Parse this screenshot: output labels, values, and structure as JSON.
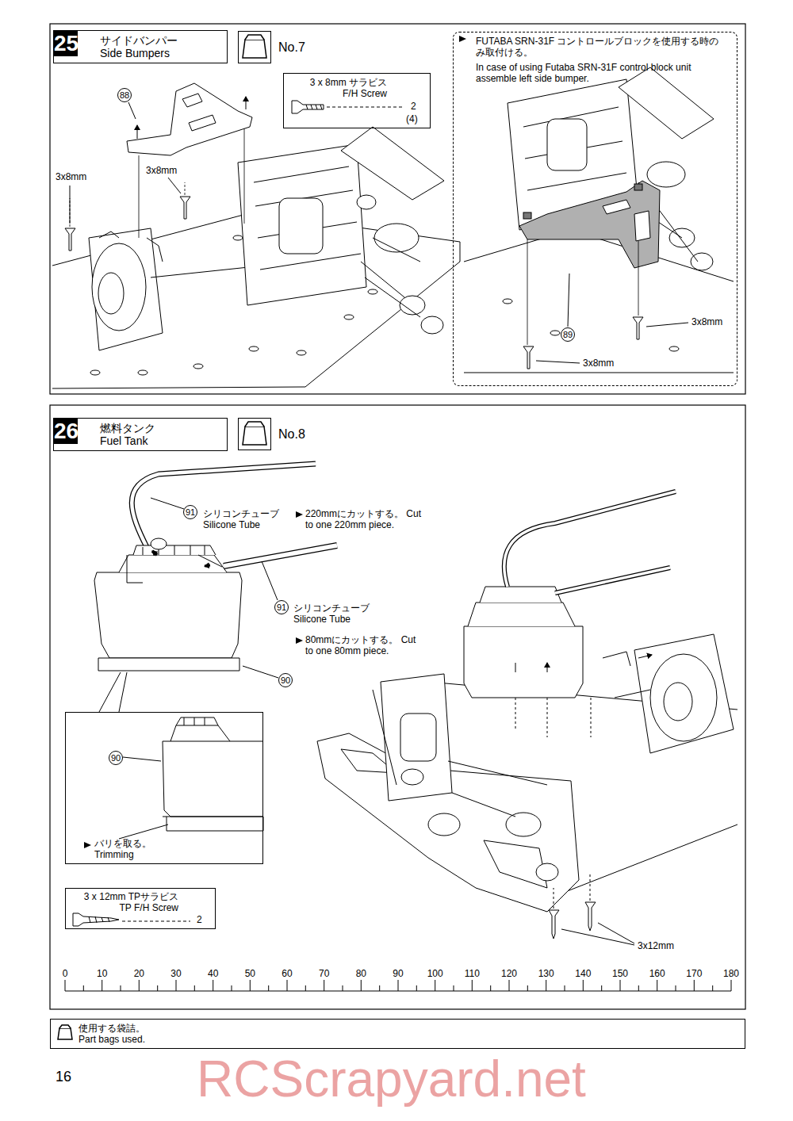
{
  "diagram": {
    "nodes": [
      {
        "text": [
          "25",
          "サイドバンパー Side Bumpers"
        ]
      },
      {
        "text": [
          "No.7"
        ]
      },
      {
        "text": [
          "3 x 8mm サラビス F/H Screw",
          "2",
          "(4)"
        ]
      },
      {
        "text": [
          "FUTABA SRN-31F コントロールブロックを使用する時のみ取付ける。",
          "In case of using Futaba SRN-31F control block unit assemble left side bumper."
        ]
      },
      {
        "text": [
          "26",
          "燃料タンク Fuel Tank"
        ]
      },
      {
        "text": [
          "No.8"
        ]
      },
      {
        "text": [
          "バリを取る。 Trimming"
        ]
      },
      {
        "text": [
          "3 x 12mm TPサラビス TP F/H Screw",
          "2"
        ]
      },
      {
        "text": [
          "使用する袋詰。 Part bags used."
        ]
      }
    ],
    "labels": [
      "88",
      "3x8mm",
      "3x8mm",
      "89",
      "3x8mm",
      "3x8mm",
      "91",
      "シリコンチューブ Silicone Tube",
      "220mmにカットする。 Cut to one 220mm piece.",
      "91",
      "シリコンチューブ Silicone Tube",
      "80mmにカットする。 Cut to one 80mm piece.",
      "90",
      "90",
      "3x12mm",
      "0",
      "10",
      "20",
      "30",
      "40",
      "50",
      "60",
      "70",
      "80",
      "90",
      "100",
      "110",
      "120",
      "130",
      "140",
      "150",
      "160",
      "170",
      "180",
      "16",
      "RCScrapyard.net"
    ]
  }
}
